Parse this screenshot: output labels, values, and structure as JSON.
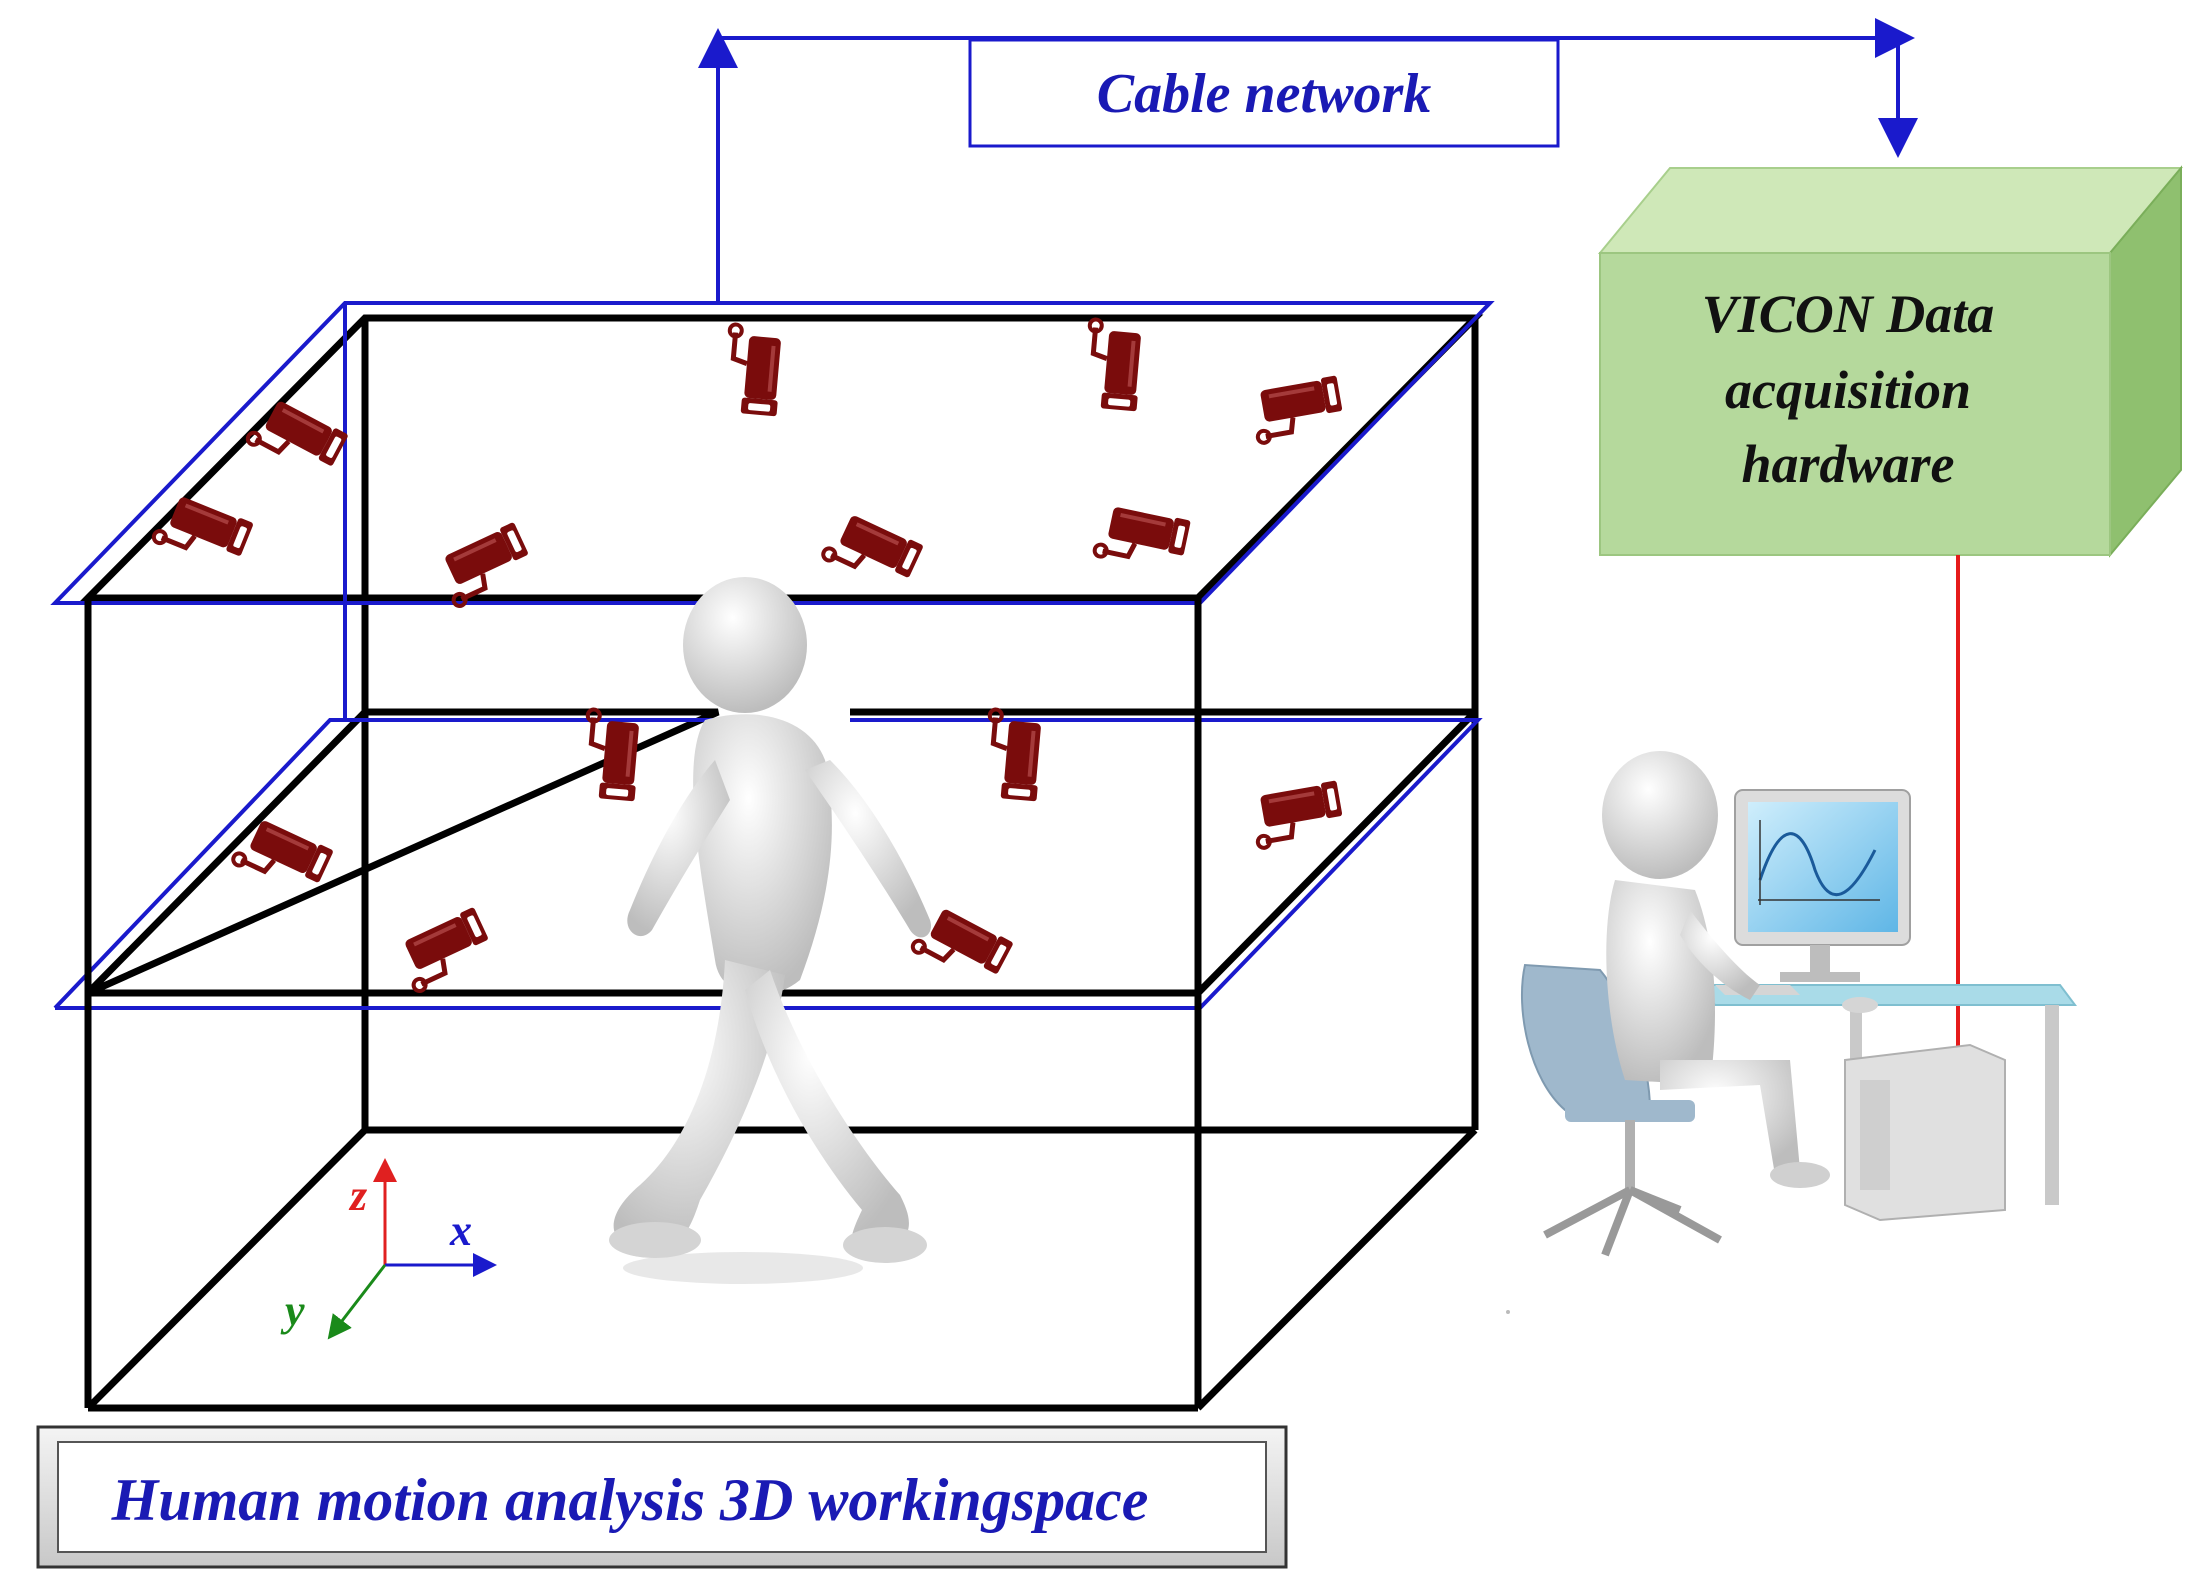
{
  "labels": {
    "cable_network": "Cable network",
    "vicon_line1": "VICON Data",
    "vicon_line2": "acquisition",
    "vicon_line3": "hardware",
    "workspace": "Human motion analysis 3D workingspace"
  },
  "axes": {
    "z": "z",
    "x": "x",
    "y": "y"
  },
  "colors": {
    "cable_blue": "#1a1acc",
    "label_blue": "#1a1ab4",
    "box_green_front": "#b5d99c",
    "box_green_top": "#cfe8b8",
    "box_green_side": "#8fc06f",
    "camera_red": "#7a0c0c",
    "signal_red": "#e51a1a",
    "axis_z": "#e02020",
    "axis_x": "#1a1acc",
    "axis_y": "#1a8a1a",
    "frame_black": "#000000",
    "figure_white": "#e8e8e8"
  },
  "icons": [
    "camera-icon",
    "walking-person-icon",
    "operator-at-computer-icon",
    "monitor-chart-icon"
  ]
}
